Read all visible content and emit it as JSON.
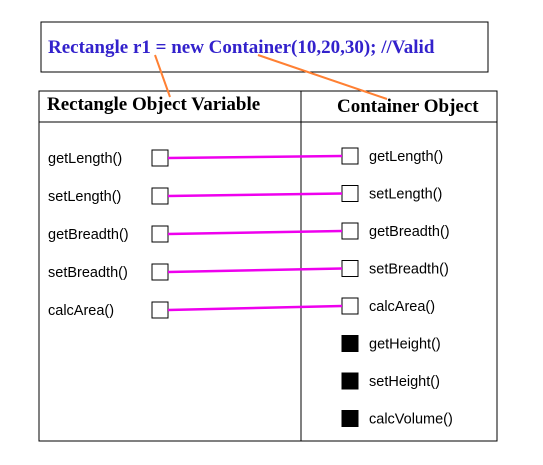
{
  "code_statement": "Rectangle r1 = new Container(10,20,30); //Valid",
  "left_panel": {
    "title": "Rectangle Object Variable",
    "methods": [
      "getLength()",
      "setLength()",
      "getBreadth()",
      "setBreadth()",
      "calcArea()"
    ]
  },
  "right_panel": {
    "title": "Container Object",
    "methods": [
      {
        "label": "getLength()",
        "inherited": true
      },
      {
        "label": "setLength()",
        "inherited": true
      },
      {
        "label": "getBreadth()",
        "inherited": true
      },
      {
        "label": "setBreadth()",
        "inherited": true
      },
      {
        "label": "calcArea()",
        "inherited": true
      },
      {
        "label": "getHeight()",
        "inherited": false
      },
      {
        "label": "setHeight()",
        "inherited": false
      },
      {
        "label": "calcVolume()",
        "inherited": false
      }
    ]
  },
  "colors": {
    "code_text": "#3322cc",
    "pointer_line": "#ff8033",
    "link_line": "#ee00ee",
    "filled_box": "#000000"
  }
}
